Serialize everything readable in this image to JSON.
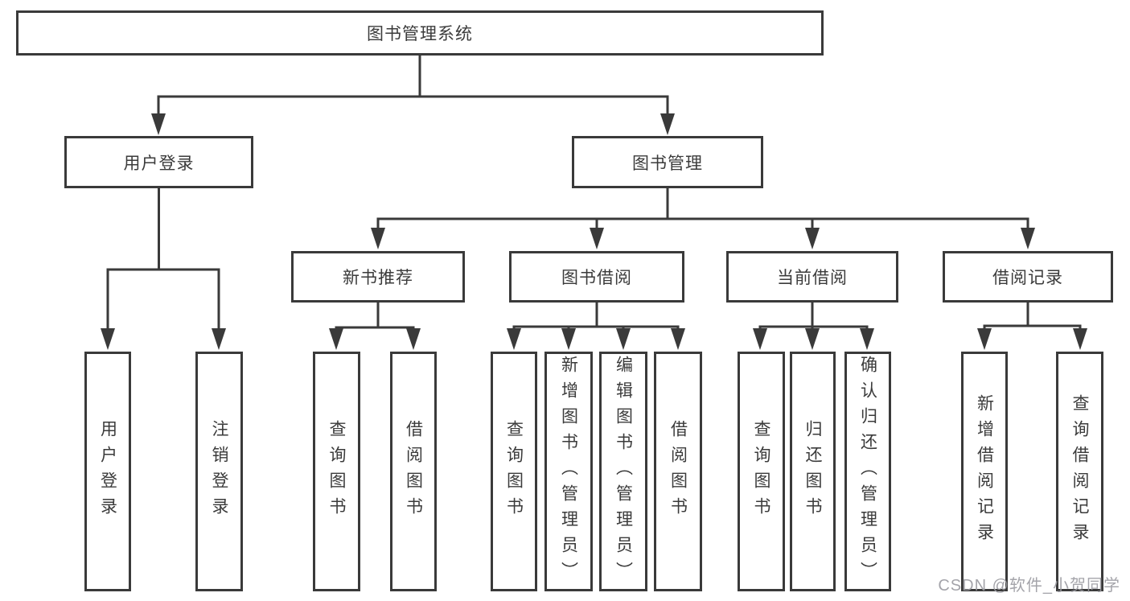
{
  "tree": {
    "root": "图书管理系统",
    "user_login": {
      "label": "用户登录",
      "children": [
        "用户登录",
        "注销登录"
      ]
    },
    "book_mgmt": {
      "label": "图书管理",
      "sections": [
        {
          "label": "新书推荐",
          "children": [
            "查询图书",
            "借阅图书"
          ]
        },
        {
          "label": "图书借阅",
          "children": [
            "查询图书",
            "新增图书（管理员）",
            "编辑图书（管理员）",
            "借阅图书"
          ]
        },
        {
          "label": "当前借阅",
          "children": [
            "查询图书",
            "归还图书",
            "确认归还（管理员）"
          ]
        },
        {
          "label": "借阅记录",
          "children": [
            "新增借阅记录",
            "查询借阅记录"
          ]
        }
      ]
    }
  },
  "watermark": "CSDN @软件_小贺同学",
  "colors": {
    "line": "#3a3a3a",
    "box_border": "#3a3a3a",
    "text": "#3b3b3b",
    "watermark": "#9b9ba1",
    "background": "#ffffff"
  }
}
